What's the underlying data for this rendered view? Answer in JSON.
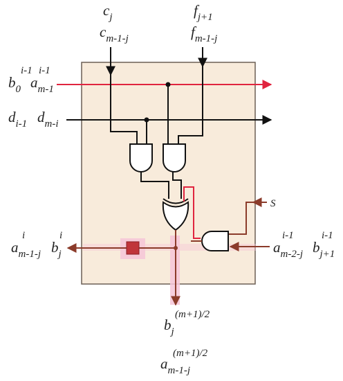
{
  "diagram": {
    "colors": {
      "cell_fill": "#f8ebdb",
      "cell_border": "#6b5f55",
      "red_line": "#e0243f",
      "brown_line": "#8b3b2a",
      "register_fill": "#c0353a",
      "highlight": "#f6c6d8",
      "wire": "#111111"
    },
    "gates": [
      "AND",
      "AND",
      "XOR",
      "AND"
    ],
    "labels": {
      "c_top": {
        "base": "c",
        "sub": "j"
      },
      "c_bottom": {
        "base": "c",
        "sub": "m-1-j"
      },
      "f_top": {
        "base": "f",
        "sub": "j+1"
      },
      "f_bottom": {
        "base": "f",
        "sub": "m-1-j"
      },
      "b0": {
        "base": "b",
        "sub": "0",
        "sup": "i-1"
      },
      "a_left": {
        "base": "a",
        "sub": "m-1",
        "sup": "i-1"
      },
      "d_left": {
        "base": "d",
        "sub": "i-1"
      },
      "d_right": {
        "base": "d",
        "sub": "m-i"
      },
      "s": {
        "base": "S"
      },
      "a_out": {
        "base": "a",
        "sub": "m-1-j",
        "sup": "i"
      },
      "b_out": {
        "base": "b",
        "sub": "j",
        "sup": "i"
      },
      "a_in": {
        "base": "a",
        "sub": "m-2-j",
        "sup": "i-1"
      },
      "b_in": {
        "base": "b",
        "sub": "j+1",
        "sup": "i-1"
      },
      "b_bottom": {
        "base": "b",
        "sub": "j",
        "sup": "(m+1)/2"
      },
      "a_bottom": {
        "base": "a",
        "sub": "m-1-j",
        "sup": "(m+1)/2"
      }
    }
  }
}
